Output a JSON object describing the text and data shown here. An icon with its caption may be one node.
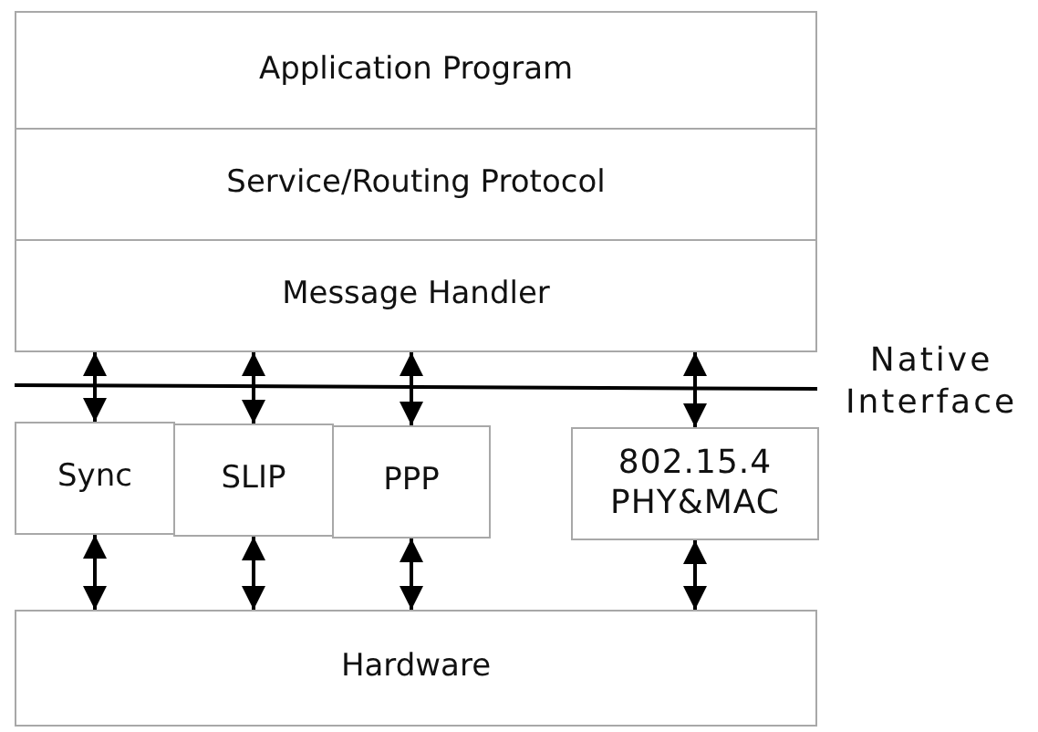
{
  "diagram": {
    "nodes": [
      {
        "text": [
          "Application Program"
        ]
      },
      {
        "text": [
          "Service/Routing Protocol"
        ]
      },
      {
        "text": [
          "Message Handler"
        ]
      },
      {
        "text": [
          "Sync"
        ]
      },
      {
        "text": [
          "SLIP"
        ]
      },
      {
        "text": [
          "PPP"
        ]
      },
      {
        "text": [
          "802.15.4 PHY&MAC"
        ]
      },
      {
        "text": [
          "Hardware"
        ]
      }
    ],
    "edges": [
      {
        "from": 2,
        "to": 3,
        "arrow": "both"
      },
      {
        "from": 2,
        "to": 4,
        "arrow": "both"
      },
      {
        "from": 2,
        "to": 5,
        "arrow": "both"
      },
      {
        "from": 2,
        "to": 6,
        "arrow": "both"
      },
      {
        "from": 3,
        "to": 7,
        "arrow": "both"
      },
      {
        "from": 4,
        "to": 7,
        "arrow": "both"
      },
      {
        "from": 5,
        "to": 7,
        "arrow": "both"
      },
      {
        "from": 6,
        "to": 7,
        "arrow": "both"
      }
    ],
    "labels": [
      "Native Interface"
    ]
  }
}
